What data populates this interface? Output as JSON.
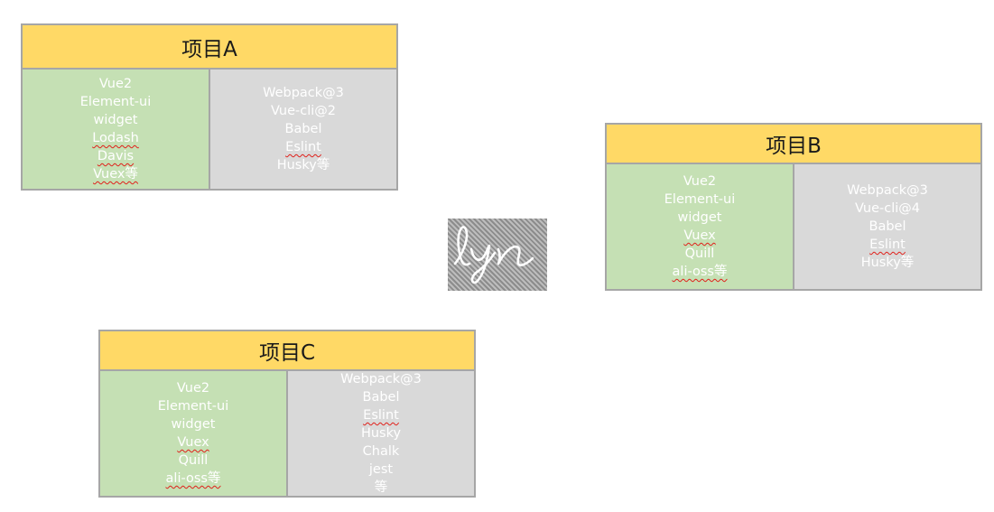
{
  "projects": [
    {
      "title": "项目A",
      "deps": [
        "Vue2",
        "Element-ui",
        "widget",
        "Lodash",
        "Davis",
        "Vuex等"
      ],
      "tools": [
        "Webpack@3",
        "Vue-cli@2",
        "Babel",
        "Eslint",
        "Husky等"
      ]
    },
    {
      "title": "项目B",
      "deps": [
        "Vue2",
        "Element-ui",
        "widget",
        "Vuex",
        "Quill",
        "ali-oss等"
      ],
      "tools": [
        "Webpack@3",
        "Vue-cli@4",
        "Babel",
        "Eslint",
        "Husky等"
      ]
    },
    {
      "title": "项目C",
      "deps": [
        "Vue2",
        "Element-ui",
        "widget",
        "Vuex",
        "Quill",
        "ali-oss等"
      ],
      "tools": [
        "Webpack@3",
        "Babel",
        "Eslint",
        "Husky",
        "Chalk",
        "jest",
        "等"
      ]
    }
  ],
  "watermark": {
    "text": "lyn"
  },
  "colors": {
    "title_bg": "#ffd966",
    "deps_bg": "#c5e0b4",
    "tools_bg": "#d9d9d9",
    "border": "#a6a6a6",
    "cell_text": "#ffffff"
  }
}
